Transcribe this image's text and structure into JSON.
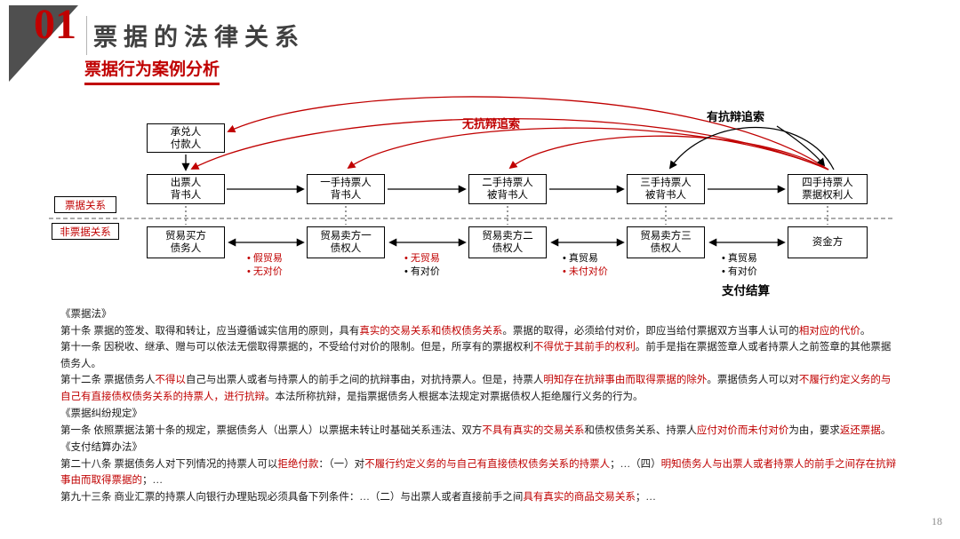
{
  "page": {
    "number": "18"
  },
  "colors": {
    "accent_red": "#c00000",
    "corner_gray": "#4f4f4f",
    "title_gray": "#404040"
  },
  "header": {
    "section_number": "01",
    "title": "票据的法律关系",
    "subtitle": "票据行为案例分析"
  },
  "diagram": {
    "bullet": "•",
    "labels": {
      "no_defense_recourse": "无抗辩追索",
      "defense_recourse": "有抗辩追索",
      "bill_relation": "票据关系",
      "non_bill_relation": "非票据关系",
      "payment_settlement": "支付结算"
    },
    "acceptor": {
      "line1": "承兑人",
      "line2": "付款人"
    },
    "bill_row": [
      {
        "line1": "出票人",
        "line2": "背书人"
      },
      {
        "line1": "一手持票人",
        "line2": "背书人"
      },
      {
        "line1": "二手持票人",
        "line2": "被背书人"
      },
      {
        "line1": "三手持票人",
        "line2": "被背书人"
      },
      {
        "line1": "四手持票人",
        "line2": "票据权利人"
      }
    ],
    "trade_row": [
      {
        "line1": "贸易买方",
        "line2": "债务人"
      },
      {
        "line1": "贸易卖方一",
        "line2": "债权人"
      },
      {
        "line1": "贸易卖方二",
        "line2": "债权人"
      },
      {
        "line1": "贸易卖方三",
        "line2": "债权人"
      },
      {
        "line1": "资金方",
        "line2": ""
      }
    ],
    "gap_notes": [
      {
        "items": [
          {
            "text": "假贸易",
            "red": true
          },
          {
            "text": "无对价",
            "red": true
          }
        ]
      },
      {
        "items": [
          {
            "text": "无贸易",
            "red": true
          },
          {
            "text": "有对价",
            "red": false
          }
        ]
      },
      {
        "items": [
          {
            "text": "真贸易",
            "red": false
          },
          {
            "text": "未付对价",
            "red": true
          }
        ]
      },
      {
        "items": [
          {
            "text": "真贸易",
            "red": false
          },
          {
            "text": "有对价",
            "red": false
          }
        ]
      }
    ]
  },
  "body": {
    "blocks": [
      {
        "type": "heading",
        "text": "《票据法》"
      },
      {
        "type": "para",
        "segments": [
          {
            "t": "第十条 票据的签发、取得和转让，应当遵循诚实信用的原则，具有"
          },
          {
            "t": "真实的交易关系和债权债务关系",
            "red": true
          },
          {
            "t": "。票据的取得，必须给付对价，即应当给付票据双方当事人认可的"
          },
          {
            "t": "相对应的代价",
            "red": true
          },
          {
            "t": "。"
          }
        ]
      },
      {
        "type": "para",
        "segments": [
          {
            "t": "第十一条 因税收、继承、赠与可以依法无偿取得票据的，不受给付对价的限制。但是，所享有的票据权利"
          },
          {
            "t": "不得优于其前手的权利",
            "red": true
          },
          {
            "t": "。前手是指在票据签章人或者持票人之前签章的其他票据债务人。"
          }
        ]
      },
      {
        "type": "para",
        "segments": [
          {
            "t": "第十二条 票据债务人"
          },
          {
            "t": "不得以",
            "red": true
          },
          {
            "t": "自己与出票人或者与持票人的前手之间的抗辩事由，对抗持票人。但是，持票人"
          },
          {
            "t": "明知存在抗辩事由而取得票据的除外",
            "red": true
          },
          {
            "t": "。票据债务人可以对"
          },
          {
            "t": "不履行约定义务的与自己有直接债权债务关系的持票人，进行抗辩",
            "red": true
          },
          {
            "t": "。本法所称抗辩，是指票据债务人根据本法规定对票据债权人拒绝履行义务的行为。"
          }
        ]
      },
      {
        "type": "heading",
        "text": "《票据纠纷规定》"
      },
      {
        "type": "para",
        "segments": [
          {
            "t": "第一条 依照票据法第十条的规定，票据债务人（出票人）以票据未转让时基础关系违法、双方"
          },
          {
            "t": "不具有真实的交易关系",
            "red": true
          },
          {
            "t": "和债权债务关系、持票人"
          },
          {
            "t": "应付对价而未付对价",
            "red": true
          },
          {
            "t": "为由，要求"
          },
          {
            "t": "返还票据",
            "red": true
          },
          {
            "t": "。"
          }
        ]
      },
      {
        "type": "heading",
        "text": "《支付结算办法》"
      },
      {
        "type": "para",
        "segments": [
          {
            "t": "第二十八条 票据债务人对下列情况的持票人可以"
          },
          {
            "t": "拒绝付款",
            "red": true
          },
          {
            "t": "：（一）对"
          },
          {
            "t": "不履行约定义务的与自己有直接债权债务关系的持票人",
            "red": true
          },
          {
            "t": "；…（四）"
          },
          {
            "t": "明知债务人与出票人或者持票人的前手之间存在抗辩事由而取得票据的",
            "red": true
          },
          {
            "t": "；…"
          }
        ]
      },
      {
        "type": "para",
        "segments": [
          {
            "t": "第九十三条 商业汇票的持票人向银行办理贴现必须具备下列条件：…（二）与出票人或者直接前手之间"
          },
          {
            "t": "具有真实的商品交易关系",
            "red": true
          },
          {
            "t": "；…"
          }
        ]
      }
    ]
  }
}
